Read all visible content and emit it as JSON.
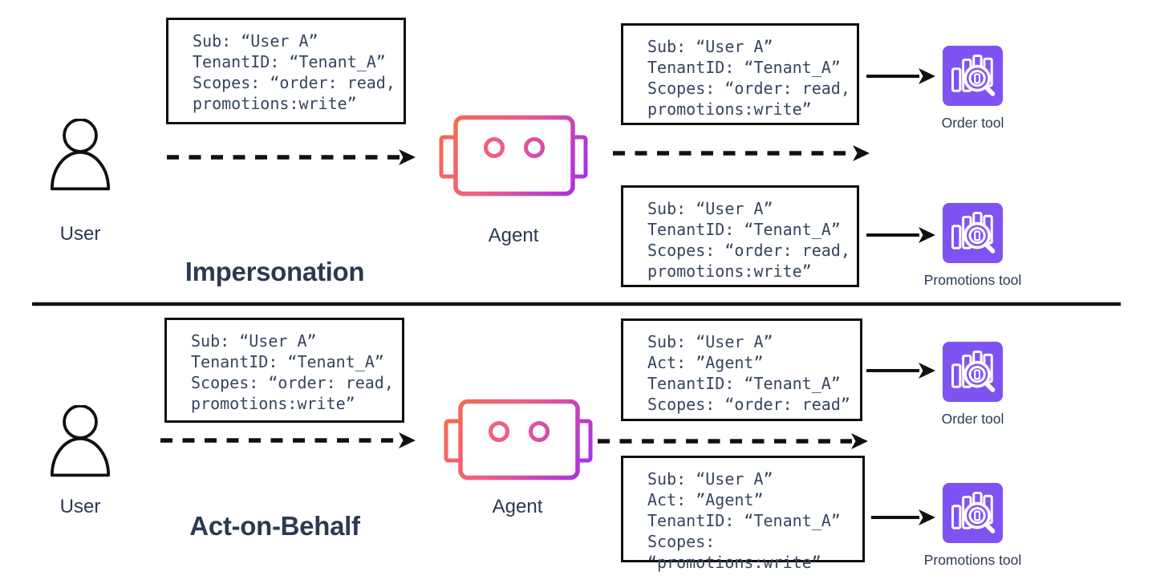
{
  "impersonation": {
    "title": "Impersonation",
    "user_label": "User",
    "agent_label": "Agent",
    "user_token": {
      "lines": [
        "Sub: “User A”",
        "TenantID: “Tenant_A”",
        "Scopes: “order: read,",
        "promotions:write”"
      ]
    },
    "order_token": {
      "lines": [
        "Sub: “User A”",
        "TenantID: “Tenant_A”",
        "Scopes: “order: read,",
        "promotions:write”"
      ]
    },
    "promotions_token": {
      "lines": [
        "Sub: “User A”",
        "TenantID: “Tenant_A”",
        "Scopes: “order: read,",
        "promotions:write”"
      ]
    },
    "order_tool_label": "Order tool",
    "promotions_tool_label": "Promotions tool"
  },
  "act_on_behalf": {
    "title": "Act-on-Behalf",
    "user_label": "User",
    "agent_label": "Agent",
    "user_token": {
      "lines": [
        "Sub: “User A”",
        "TenantID: “Tenant_A”",
        "Scopes: “order: read,",
        "promotions:write”"
      ]
    },
    "order_token": {
      "lines": [
        "Sub: “User A”",
        "Act: ”Agent”",
        "TenantID: “Tenant_A”",
        "Scopes: “order: read”"
      ]
    },
    "promotions_token": {
      "lines": [
        "Sub: “User A”",
        "Act: ”Agent”",
        "TenantID: “Tenant_A”",
        "Scopes:",
        "“promotions:write”"
      ]
    },
    "order_tool_label": "Order tool",
    "promotions_tool_label": "Promotions tool"
  },
  "icons": {
    "user": "person-outline-icon",
    "agent": "robot-head-icon",
    "tool": "bar-chart-magnifier-icon"
  },
  "colors": {
    "tool_icon_purple": "#7E53F2",
    "robot_gradient_start": "#F27048",
    "robot_gradient_mid": "#EF5B88",
    "robot_gradient_end": "#9C2CF1",
    "heading_text": "#2B3A52",
    "token_text": "#36455F",
    "line_black": "#101010"
  }
}
